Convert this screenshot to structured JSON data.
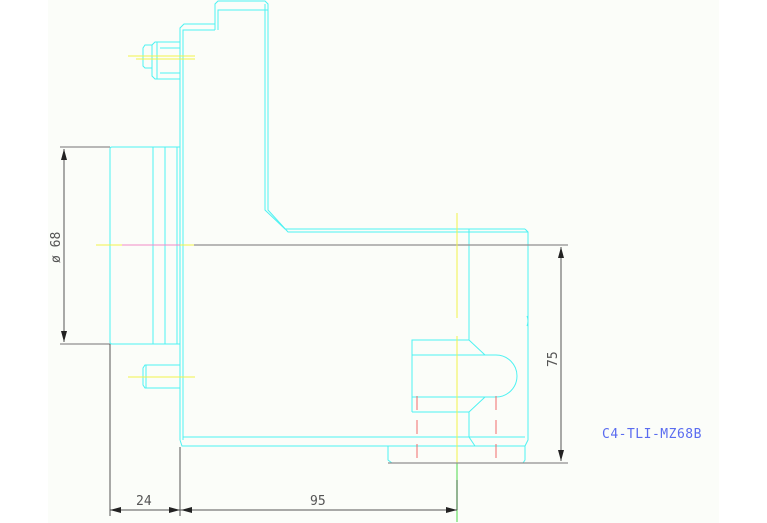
{
  "drawing": {
    "part_label": "C4-TLI-MZ68B",
    "background": "#fbfdf9",
    "colors": {
      "geometry": "#4ef2f2",
      "centerline": "#f2f24a",
      "centerline_accent": "#f08ac8",
      "hidden": "#f26a6a",
      "dimension": "#555555",
      "label": "#5a6cf0"
    },
    "dimensions": {
      "diameter": {
        "symbol": "ø",
        "value": "68",
        "text": "ø 68",
        "orientation": "vertical"
      },
      "height": {
        "value": "75",
        "orientation": "vertical"
      },
      "offset_left": {
        "value": "24",
        "orientation": "horizontal"
      },
      "length": {
        "value": "95",
        "orientation": "horizontal"
      }
    }
  }
}
